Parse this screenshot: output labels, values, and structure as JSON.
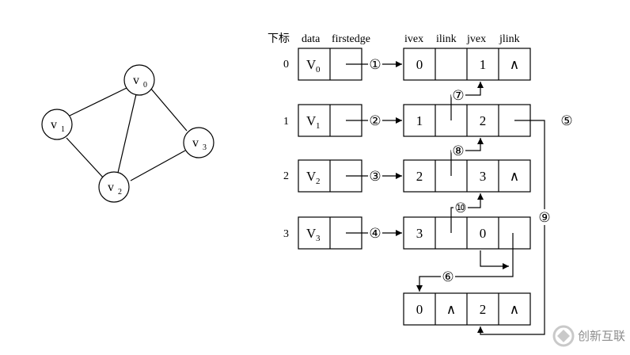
{
  "graph": {
    "vertices": [
      {
        "letter": "v",
        "sub": "0"
      },
      {
        "letter": "v",
        "sub": "1"
      },
      {
        "letter": "v",
        "sub": "2"
      },
      {
        "letter": "v",
        "sub": "3"
      }
    ]
  },
  "headers": {
    "index": "下标",
    "data": "data",
    "firstedge": "firstedge",
    "ivex": "ivex",
    "ilink": "ilink",
    "jvex": "jvex",
    "jlink": "jlink"
  },
  "vertex_rows": [
    {
      "index": "0",
      "letter": "V",
      "sub": "0"
    },
    {
      "index": "1",
      "letter": "V",
      "sub": "1"
    },
    {
      "index": "2",
      "letter": "V",
      "sub": "2"
    },
    {
      "index": "3",
      "letter": "V",
      "sub": "3"
    }
  ],
  "edge_nodes": [
    {
      "ivex": "0",
      "ilink": "",
      "jvex": "1",
      "jlink": "∧"
    },
    {
      "ivex": "1",
      "ilink": "",
      "jvex": "2",
      "jlink": ""
    },
    {
      "ivex": "2",
      "ilink": "",
      "jvex": "3",
      "jlink": "∧"
    },
    {
      "ivex": "3",
      "ilink": "",
      "jvex": "0",
      "jlink": ""
    },
    {
      "ivex": "0",
      "ilink": "∧",
      "jvex": "2",
      "jlink": "∧"
    }
  ],
  "markers": [
    "①",
    "②",
    "③",
    "④",
    "⑤",
    "⑥",
    "⑦",
    "⑧",
    "⑨",
    "⑩"
  ],
  "watermark": {
    "text": "创新互联"
  }
}
